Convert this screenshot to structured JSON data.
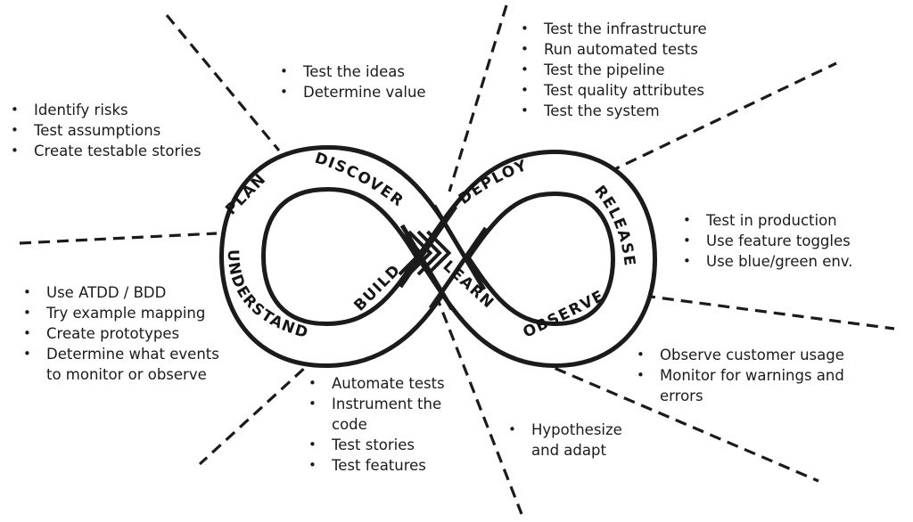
{
  "diagram": {
    "background": "#ffffff",
    "ink_color": "#1b1b1b",
    "bullet_glyph": "•",
    "stages": {
      "plan": "PLAN",
      "discover": "DISCOVER",
      "understand": "UNDERSTAND",
      "build": "BUILD",
      "deploy": "DEPLOY",
      "release": "RELEASE",
      "learn": "LEARN",
      "observe": "OBSERVE"
    },
    "annotations": {
      "plan": {
        "items": [
          "Identify risks",
          "Test assumptions",
          "Create testable stories"
        ]
      },
      "discover": {
        "items": [
          "Test the ideas",
          "Determine value"
        ]
      },
      "deploy": {
        "items": [
          "Test the infrastructure",
          "Run automated tests",
          "Test the pipeline",
          "Test quality attributes",
          "Test the system"
        ]
      },
      "release": {
        "items": [
          "Test in production",
          "Use feature toggles",
          "Use blue/green env."
        ]
      },
      "observe": {
        "items": [
          "Observe customer usage",
          "Monitor for warnings and errors"
        ]
      },
      "learn": {
        "items": [
          "Hypothesize and adapt"
        ]
      },
      "build": {
        "items": [
          "Automate tests",
          "Instrument the code",
          "Test stories",
          "Test features"
        ]
      },
      "understand": {
        "items": [
          "Use ATDD / BDD",
          "Try example mapping",
          "Create prototypes",
          "Determine what events to monitor or observe"
        ]
      }
    }
  }
}
